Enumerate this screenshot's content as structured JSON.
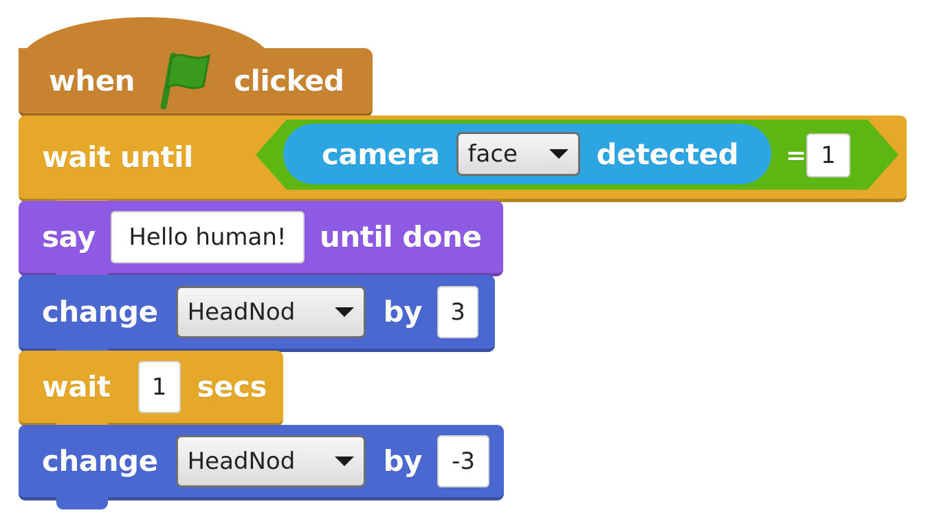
{
  "hat_block": {
    "when_label": "when",
    "flag_icon": "green-flag-icon",
    "clicked_label": "clicked"
  },
  "wait_until_block": {
    "label": "wait until",
    "camera_label": "camera",
    "camera_dropdown_value": "face",
    "detected_label": "detected",
    "operator": "=",
    "compare_value": "1"
  },
  "say_block": {
    "say_label": "say",
    "message_value": "Hello human!",
    "until_done_label": "until done"
  },
  "change_block_1": {
    "change_label": "change",
    "variable_value": "HeadNod",
    "by_label": "by",
    "amount_value": "3"
  },
  "wait_block": {
    "wait_label": "wait",
    "seconds_value": "1",
    "secs_label": "secs"
  },
  "change_block_2": {
    "change_label": "change",
    "variable_value": "HeadNod",
    "by_label": "by",
    "amount_value": "-3"
  },
  "colors": {
    "events": "#c88330",
    "control": "#e6a829",
    "looks": "#8e5ae4",
    "data": "#4b68d1",
    "operators": "#5cb712",
    "sensing": "#2ca5e2",
    "flag": "#3a9a1f"
  }
}
